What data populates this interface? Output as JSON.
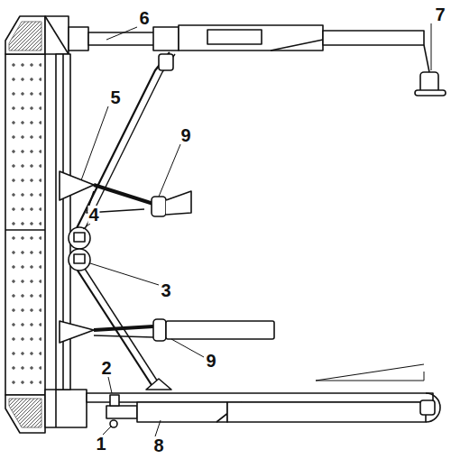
{
  "diagram": {
    "labels": [
      "6",
      "7",
      "5",
      "9",
      "4",
      "3",
      "9",
      "2",
      "1",
      "8"
    ]
  }
}
